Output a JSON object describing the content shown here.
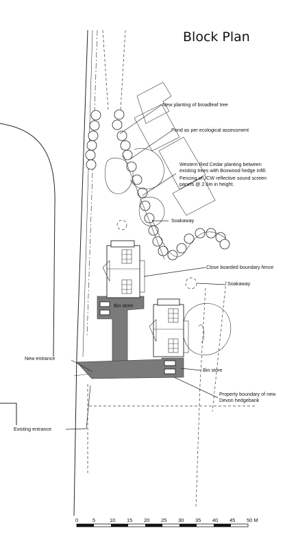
{
  "title": "Block Plan",
  "labels": {
    "broadleaf": "New planting of broadleaf tree",
    "pond": "Pond as per ecological assessment",
    "cedar_line1": "Western Red Cedar planting between",
    "cedar_line2": "existing trees with Boxwood hedge infill.",
    "fencing_line1": "Fencing of JCW reflective sound screen",
    "fencing_line2": "panels @ 2.6m in height.",
    "soakaway_1": "Soakaway",
    "close_boarded": "Close boarded boundary fence",
    "soakaway_2": "Soakaway",
    "bin_store_1": "Bin store",
    "new_entrance": "New entrance",
    "bin_store_2": "Bin store",
    "property_line1": "Property boundary of new",
    "property_line2": "Devon hedgebank",
    "existing_entrance": "Existing entrance"
  },
  "scale_bar": {
    "ticks": [
      "0",
      "5",
      "10",
      "15",
      "20",
      "25",
      "30",
      "35",
      "40",
      "45",
      "50 M"
    ]
  }
}
